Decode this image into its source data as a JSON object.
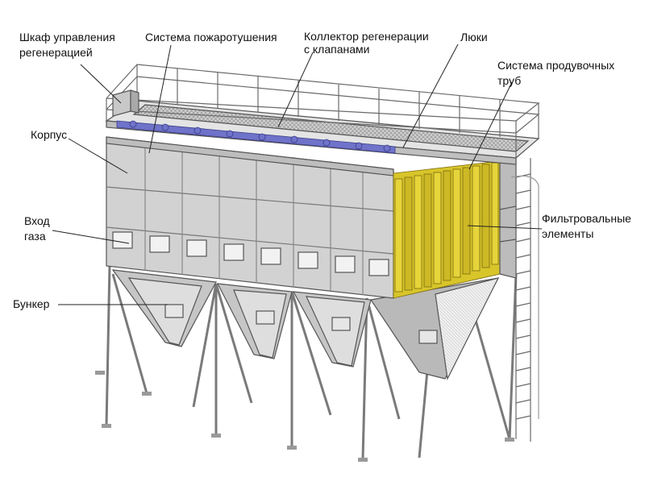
{
  "labels": {
    "control_cabinet": [
      "Шкаф управления",
      "регенерацией"
    ],
    "fire_system": "Система пожаротушения",
    "collector": [
      "Коллектор регенерации",
      "с клапанами"
    ],
    "hatches": "Люки",
    "blow_pipes": [
      "Система  продувочных",
      "труб"
    ],
    "housing": "Корпус",
    "gas_inlet": [
      "Вход",
      "газа"
    ],
    "filter_elements": [
      "Фильтровальные",
      "элементы"
    ],
    "bunker": "Бункер"
  },
  "colors": {
    "steel": "#d4d4d4",
    "steel_dark": "#9a9a9a",
    "outline": "#555555",
    "filter_yellow": "#e0cc2a",
    "collector_blue": "#6f73c9"
  }
}
